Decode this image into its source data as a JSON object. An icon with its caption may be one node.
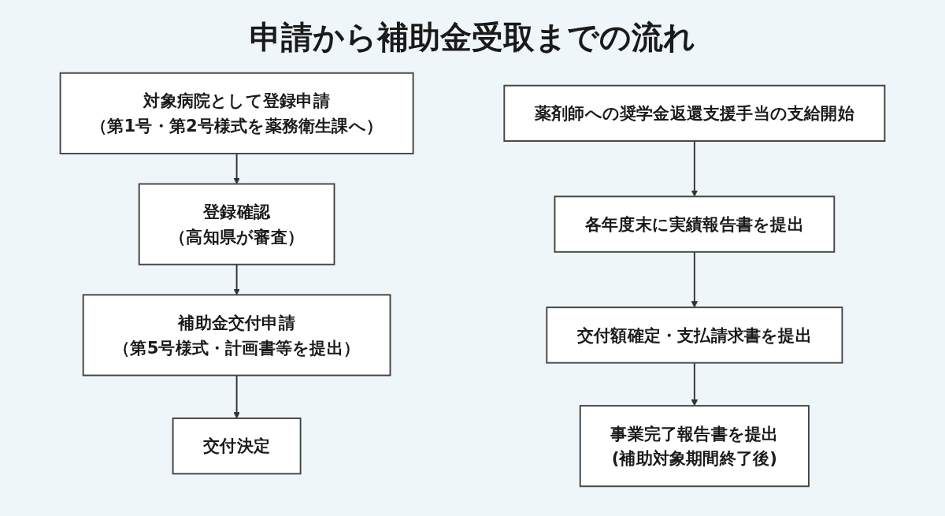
{
  "diagram": {
    "title": "申請から補助金受取までの流れ",
    "nodes": [
      {
        "text": [
          "対象病院として登録申請",
          "（第1号・第2号様式を薬務衛生課へ）"
        ]
      },
      {
        "text": [
          "登録確認",
          "（高知県が審査）"
        ]
      },
      {
        "text": [
          "補助金交付申請",
          "（第5号様式・計画書等を提出）"
        ]
      },
      {
        "text": [
          "交付決定"
        ]
      },
      {
        "text": [
          "薬剤師への奨学金返還支援手当の支給開始"
        ]
      },
      {
        "text": [
          "各年度末に実績報告書を提出"
        ]
      },
      {
        "text": [
          "交付額確定・支払請求書を提出"
        ]
      },
      {
        "text": [
          "事業完了報告書を提出",
          "(補助対象期間終了後)"
        ]
      }
    ],
    "edges": [
      {
        "from": 0,
        "to": 1,
        "arrow": "to"
      },
      {
        "from": 1,
        "to": 2,
        "arrow": "to"
      },
      {
        "from": 2,
        "to": 3,
        "arrow": "to"
      },
      {
        "from": 4,
        "to": 5,
        "arrow": "to"
      },
      {
        "from": 5,
        "to": 6,
        "arrow": "to"
      },
      {
        "from": 6,
        "to": 7,
        "arrow": "to"
      }
    ]
  }
}
